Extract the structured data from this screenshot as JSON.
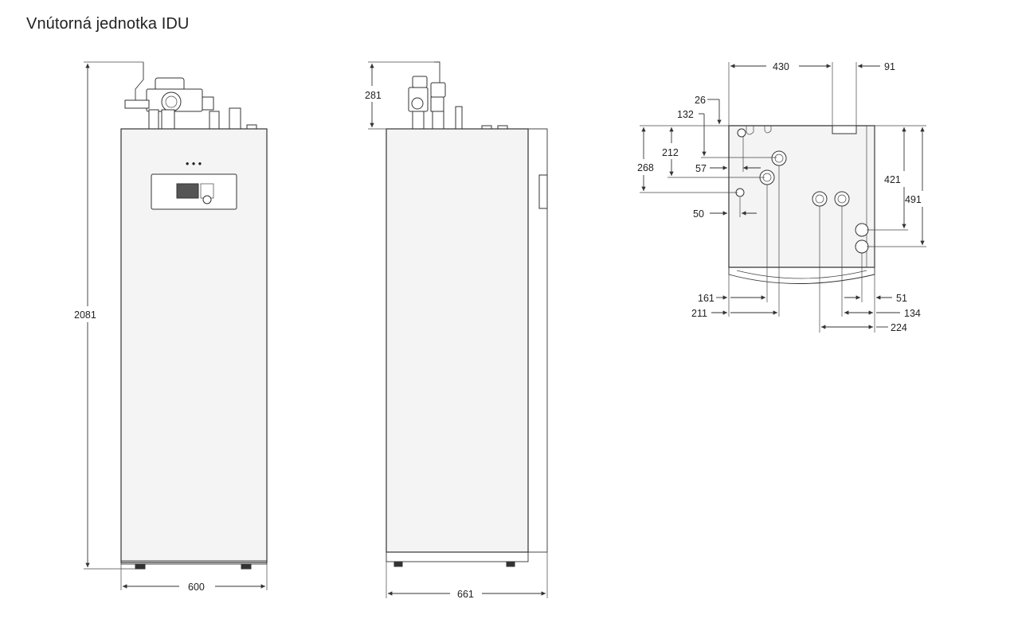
{
  "title": "Vnútorná jednotka IDU",
  "front_view": {
    "height_label": "2081",
    "width_label": "600"
  },
  "side_view": {
    "top_label": "281",
    "depth_label": "661"
  },
  "top_view": {
    "labels": {
      "d430": "430",
      "d91": "91",
      "d26": "26",
      "d132": "132",
      "d212": "212",
      "d268": "268",
      "d57": "57",
      "d50": "50",
      "d421": "421",
      "d491": "491",
      "d161": "161",
      "d211": "211",
      "d51": "51",
      "d134": "134",
      "d224": "224"
    }
  }
}
